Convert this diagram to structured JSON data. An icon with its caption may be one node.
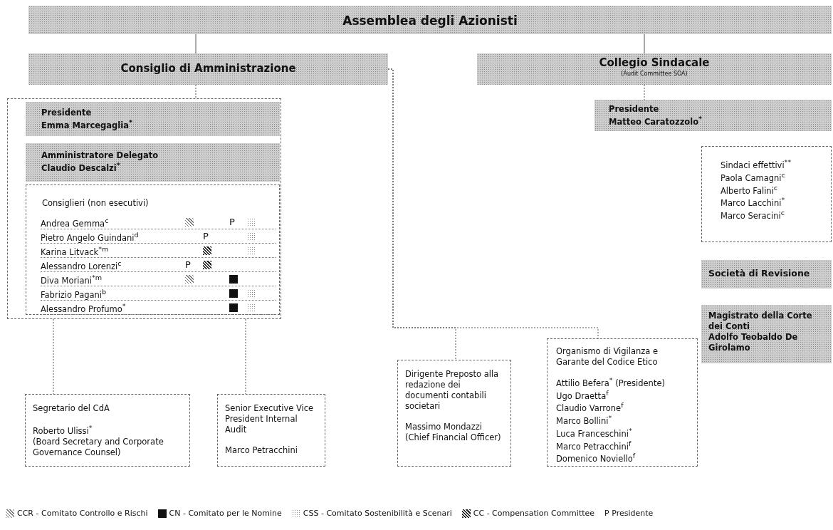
{
  "diagram": {
    "nodes": [
      {
        "text": [
          "Assemblea degli Azionisti"
        ]
      },
      {
        "text": [
          "Consiglio di Amministrazione"
        ]
      },
      {
        "text": [
          "Collegio Sindacale",
          "(Audit Committee SOA)"
        ]
      },
      {
        "text": [],
        "shape": "box"
      },
      {
        "text": [
          "Presidente",
          "Emma Marcegaglia$^{*}$"
        ],
        "in": 3
      },
      {
        "text": [
          "Amministratore Delegato",
          "Claudio Descalzi$^{*}$"
        ],
        "in": 3
      },
      {
        "text": [
          "Consiglieri (non esecutivi)"
        ],
        "in": 3
      },
      {
        "text": [
          "Andrea Gemma$^{c}$",
          "P"
        ],
        "in": 6
      },
      {
        "text": [
          "Pietro Angelo Guindani$^{d}$",
          "P"
        ],
        "in": 6
      },
      {
        "text": [
          "Karina Litvack$^{*m}$"
        ],
        "in": 6
      },
      {
        "text": [
          "Alessandro Lorenzi$^{c}$",
          "P"
        ],
        "in": 6
      },
      {
        "text": [
          "Diva Moriani$^{*m}$"
        ],
        "in": 6
      },
      {
        "text": [
          "Fabrizio Pagani$^{b}$"
        ],
        "in": 6
      },
      {
        "text": [
          "Alessandro Profumo$^{*}$"
        ],
        "in": 6
      },
      {
        "text": [
          "Presidente",
          "Matteo Caratozzolo$^{*}$"
        ]
      },
      {
        "text": [
          "Sindaci effettivi$^{**}$",
          "Paola Camagni$^{c}$",
          "Alberto Falini$^{c}$",
          "Marco Lacchini$^{*}$",
          "Marco Seracini$^{c}$"
        ]
      },
      {
        "text": [
          "Società di Revisione"
        ]
      },
      {
        "text": [
          "Magistrato della Corte dei Conti",
          "Adolfo Teobaldo De Girolamo"
        ]
      },
      {
        "text": [
          "Segretario del CdA",
          "Roberto Ulissi$^{*}$",
          "(Board Secretary and Corporate Governance Counsel)"
        ]
      },
      {
        "text": [
          "Senior Executive Vice President Internal Audit",
          "Marco Petracchini"
        ]
      },
      {
        "text": [
          "Dirigente Preposto alla redazione dei documenti contabili societari",
          "Massimo Mondazzi (Chief Financial Officer)"
        ]
      },
      {
        "text": [
          "Organismo di Vigilanza e Garante del Codice Etico",
          "Attilio Befera$^{*}$ (Presidente)",
          "Ugo Draetta$^{f}$",
          "Claudio Varrone$^{f}$",
          "Marco Bollini$^{*}$",
          "Luca Franceschini$^{*}$",
          "Marco Petracchini$^{f}$",
          "Domenico Noviello$^{f}$"
        ]
      }
    ],
    "edges": [
      {
        "from": 0,
        "to": 1,
        "arrow": "none"
      },
      {
        "from": 0,
        "to": 2,
        "arrow": "none"
      },
      {
        "from": 1,
        "to": 3,
        "arrow": "none",
        "style": "dashed"
      },
      {
        "from": 2,
        "to": 14,
        "arrow": "none",
        "style": "dashed"
      },
      {
        "from": 1,
        "to": 20,
        "arrow": "none",
        "style": "dashed"
      },
      {
        "from": 1,
        "to": 21,
        "arrow": "none",
        "style": "dashed"
      },
      {
        "from": 3,
        "to": 18,
        "arrow": "none",
        "style": "dashed"
      },
      {
        "from": 3,
        "to": 19,
        "arrow": "none",
        "style": "dashed"
      }
    ],
    "legend": [
      {
        "text": "CCR - Comitato Controllo e Rischi"
      },
      {
        "text": "CN - Comitato per le Nomine"
      },
      {
        "text": "CSS - Comitato Sostenibilità e Scenari"
      },
      {
        "text": "CC - Compensation Committee"
      },
      {
        "text": "P Presidente"
      }
    ]
  }
}
